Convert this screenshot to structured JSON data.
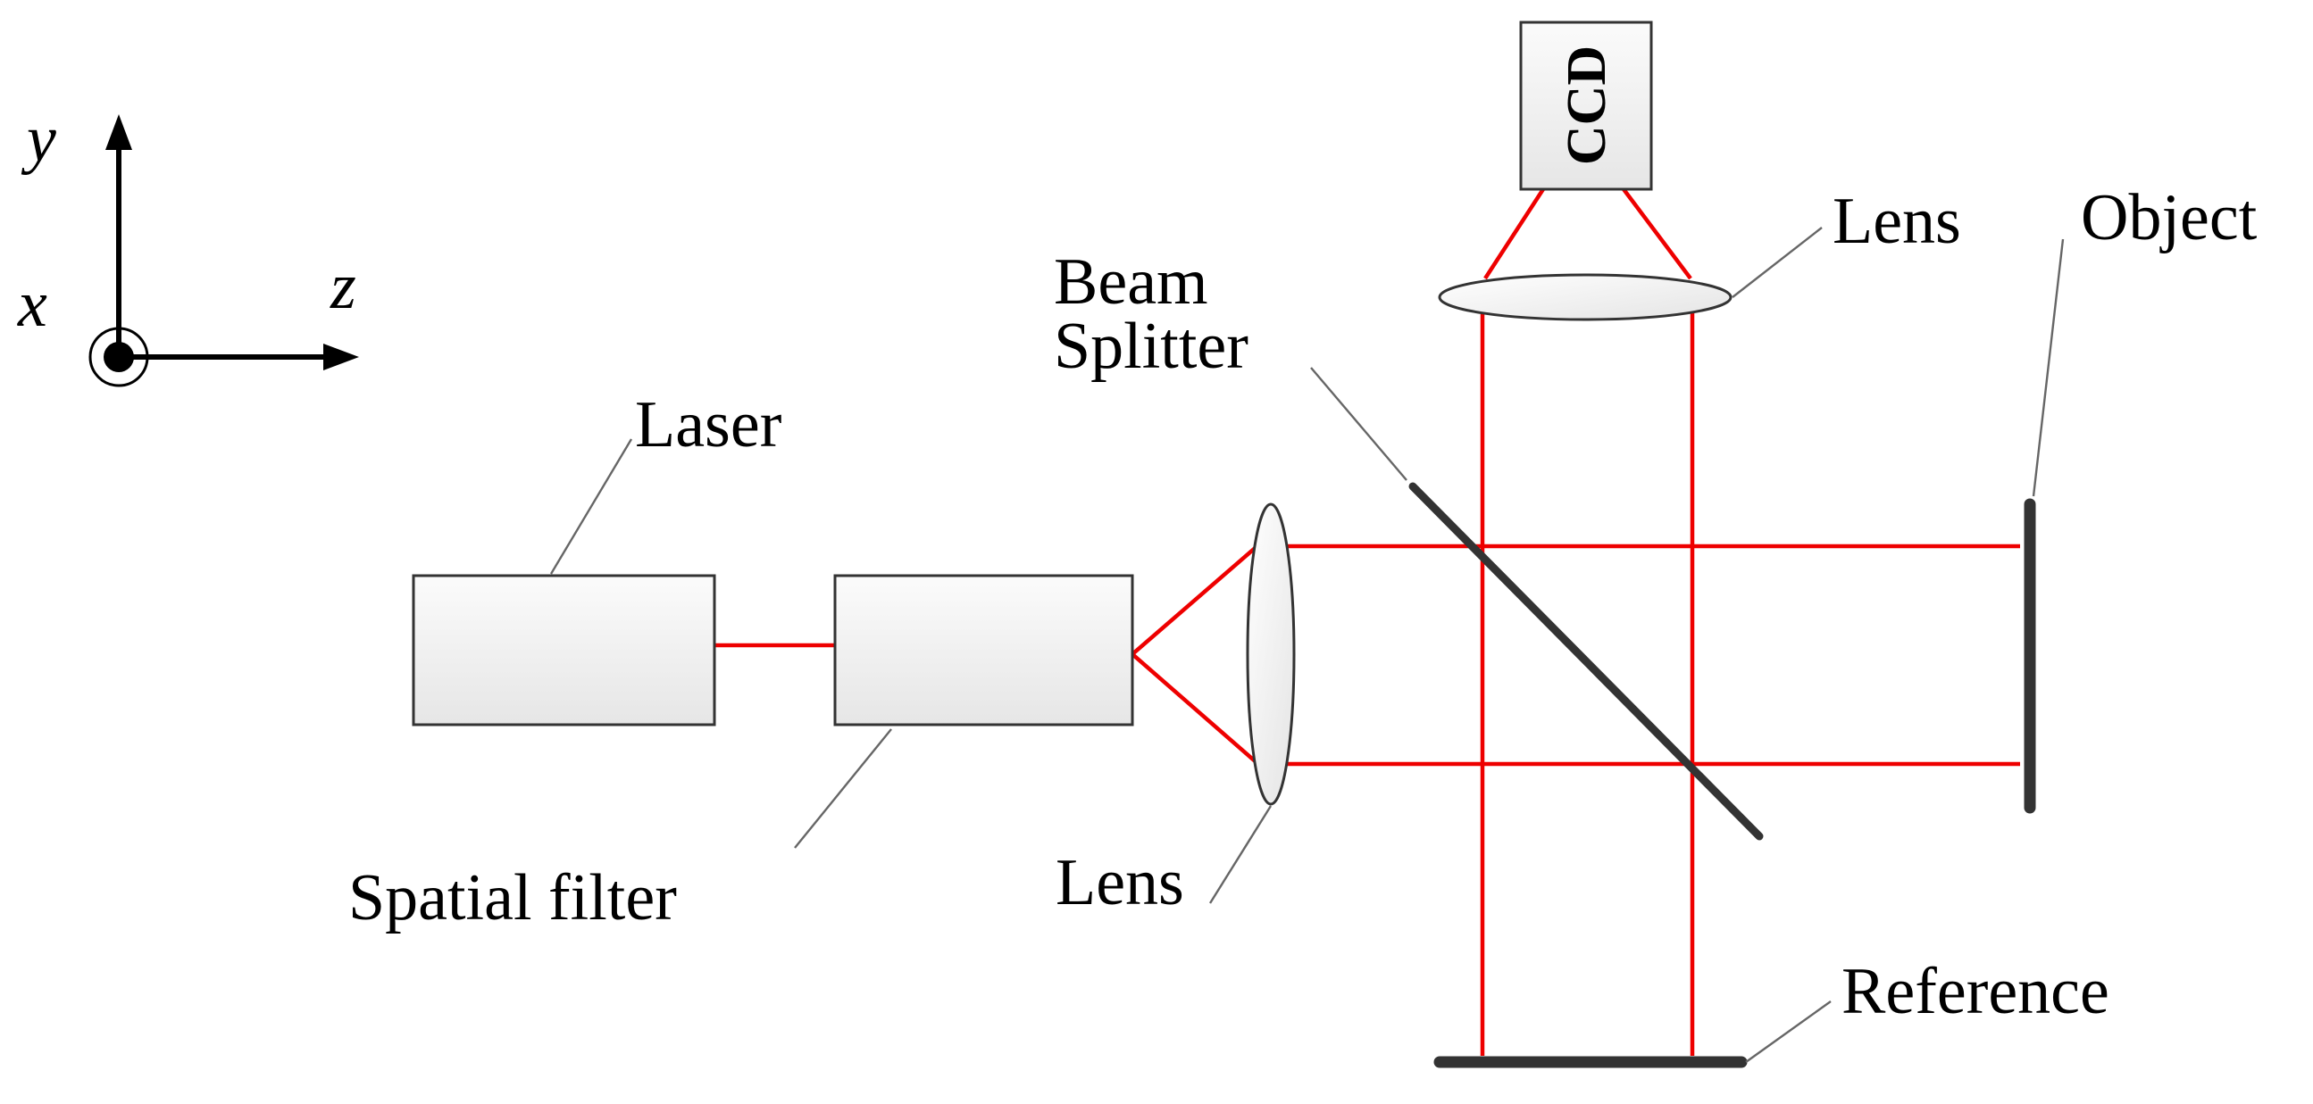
{
  "axes": {
    "x": "x",
    "y": "y",
    "z": "z"
  },
  "components": {
    "laser": "Laser",
    "spatial_filter": "Spatial filter",
    "lens_collimating": "Lens",
    "beam_splitter_line1": "Beam",
    "beam_splitter_line2": "Splitter",
    "lens_imaging": "Lens",
    "ccd": "CCD",
    "object": "Object",
    "reference": "Reference"
  },
  "colors": {
    "beam": "#ee0000",
    "component_outline": "#333333",
    "mirror": "#333333",
    "box_fill": "#eeeeee"
  }
}
